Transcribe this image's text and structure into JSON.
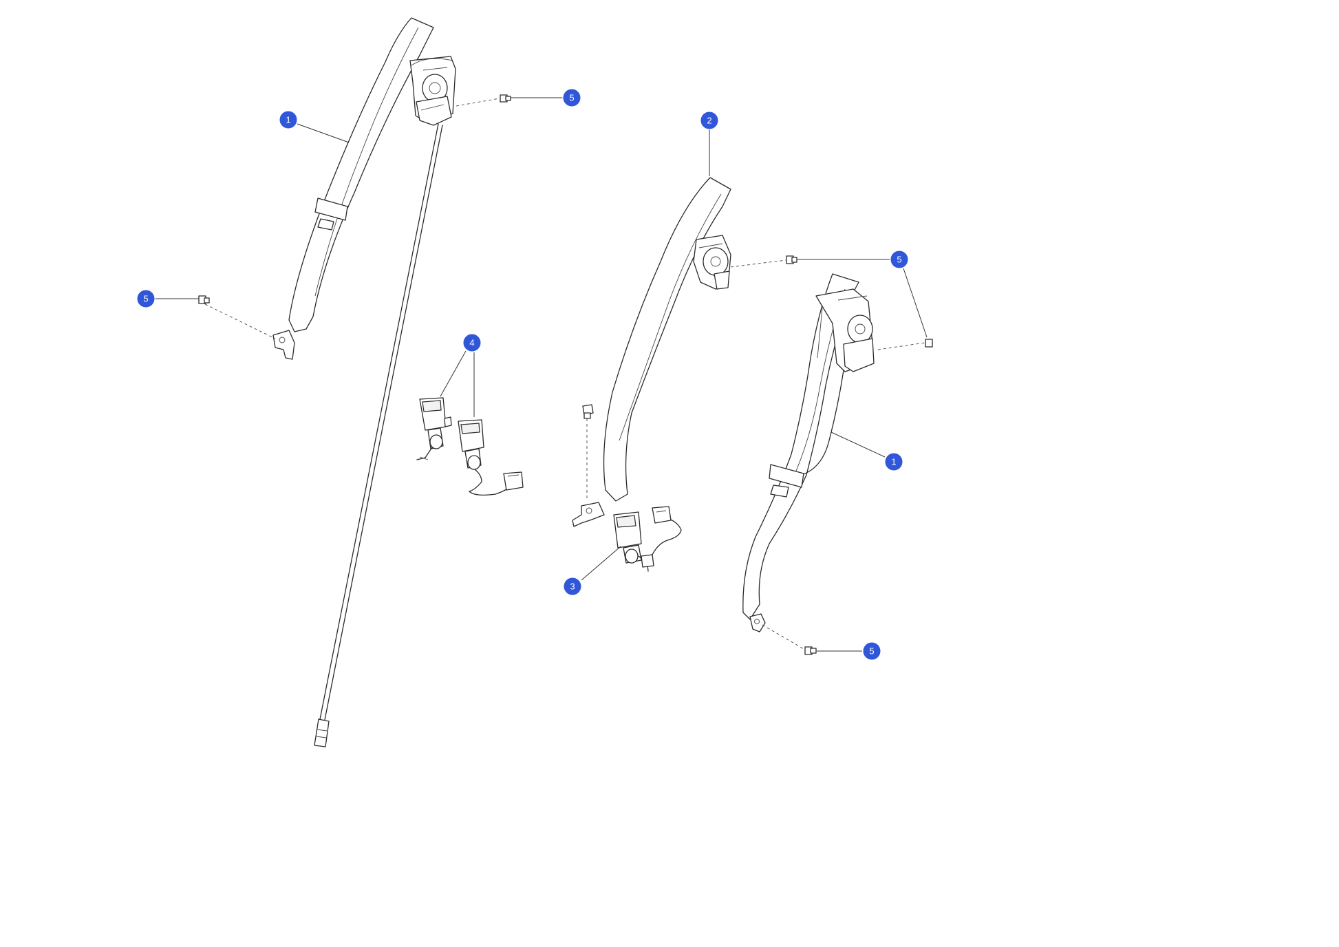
{
  "callouts": [
    {
      "id": "c1a",
      "label": "1"
    },
    {
      "id": "c5a",
      "label": "5"
    },
    {
      "id": "c5b",
      "label": "5"
    },
    {
      "id": "c4",
      "label": "4"
    },
    {
      "id": "c2",
      "label": "2"
    },
    {
      "id": "c5c",
      "label": "5"
    },
    {
      "id": "c1b",
      "label": "1"
    },
    {
      "id": "c3",
      "label": "3"
    },
    {
      "id": "c5d",
      "label": "5"
    }
  ],
  "colors": {
    "callout_fill": "#3157d9",
    "line": "#2a2a2a",
    "background": "#ffffff"
  }
}
